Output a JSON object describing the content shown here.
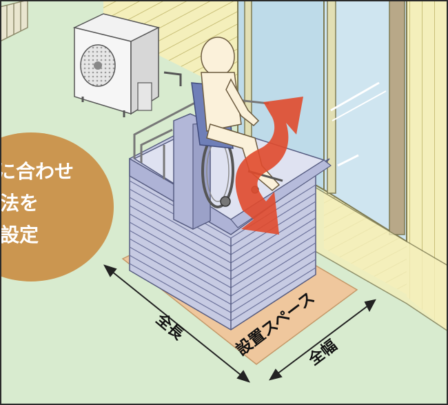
{
  "badge": {
    "line1": "に合わせ",
    "line2": "法を",
    "line3": "設定"
  },
  "dimensions": {
    "full_length": "全長",
    "full_width": "全幅",
    "install_space": "設置スペース"
  },
  "colors": {
    "ground": "#d9ecd0",
    "wall": "#f3efb9",
    "wall_line": "#c9c07a",
    "mat": "#efc79c",
    "lift": "#c9cde6",
    "lift_dark": "#9ea4c8",
    "badge": "#cc9750",
    "arrow": "#e04a2c",
    "person": "#fbf1da",
    "chair": "#6f7fb8"
  },
  "icons": [
    "air-conditioner-icon",
    "person-in-wheelchair-icon",
    "lift-platform-icon",
    "motion-arrow-icon"
  ]
}
